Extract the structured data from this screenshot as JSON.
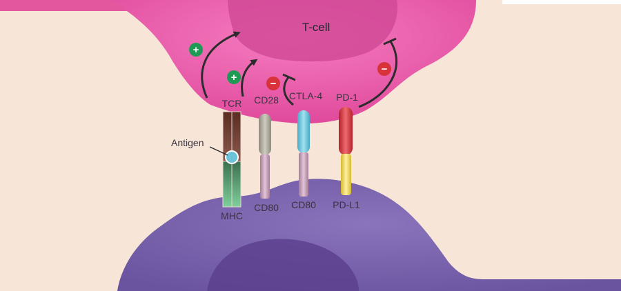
{
  "cells": {
    "t_cell": {
      "label": "T-cell",
      "color": "#e85aa8"
    },
    "apc": {
      "color": "#7a63a8"
    }
  },
  "receptors": {
    "tcr": {
      "label": "TCR",
      "color": "#6e3a2c"
    },
    "cd28": {
      "label": "CD28",
      "color": "#a9a59a"
    },
    "ctla4": {
      "label": "CTLA-4",
      "color": "#69c6df"
    },
    "pd1": {
      "label": "PD-1",
      "color": "#d8323b"
    }
  },
  "ligands": {
    "mhc": {
      "label": "MHC",
      "color": "#4a8a60"
    },
    "cd80_a": {
      "label": "CD80",
      "color": "#c7a0bb"
    },
    "cd80_b": {
      "label": "CD80",
      "color": "#c7a0bb"
    },
    "pdl1": {
      "label": "PD-L1",
      "color": "#f1d44e"
    }
  },
  "antigen": {
    "label": "Antigen",
    "color": "#6cc3d8"
  },
  "signals": {
    "tcr_signal": {
      "sign": "+",
      "color": "#1f9a55"
    },
    "cd28_signal": {
      "sign": "+",
      "color": "#1f9a55"
    },
    "ctla4_signal": {
      "sign": "−",
      "color": "#d8323b"
    },
    "pd1_signal": {
      "sign": "−",
      "color": "#d8323b"
    }
  }
}
